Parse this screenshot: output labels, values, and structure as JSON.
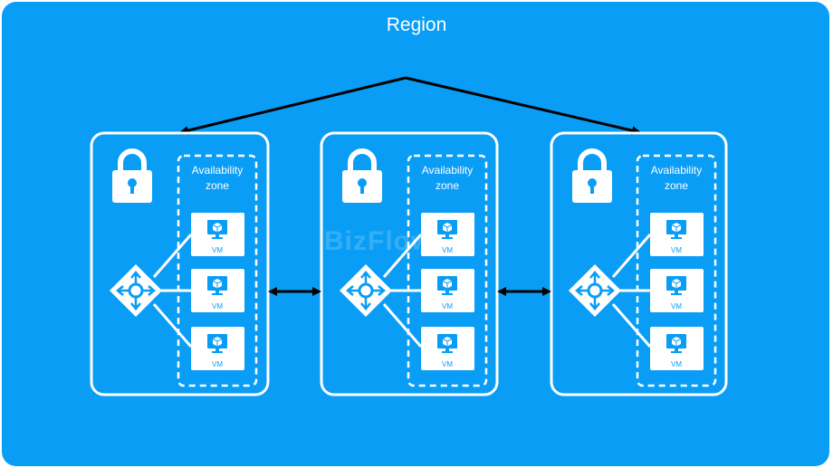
{
  "region": {
    "title": "Region"
  },
  "watermark": "BizFlow",
  "zones": [
    {
      "label_line1": "Availability",
      "label_line2": "zone",
      "vms": [
        "VM",
        "VM",
        "VM"
      ]
    },
    {
      "label_line1": "Availability",
      "label_line2": "zone",
      "vms": [
        "VM",
        "VM",
        "VM"
      ]
    },
    {
      "label_line1": "Availability",
      "label_line2": "zone",
      "vms": [
        "VM",
        "VM",
        "VM"
      ]
    }
  ],
  "colors": {
    "region_bg": "#0A9DF5",
    "stroke": "#FFFFFF",
    "arrow": "#000000"
  },
  "icons": [
    "lock-icon",
    "load-balancer-icon",
    "vm-monitor-icon"
  ]
}
